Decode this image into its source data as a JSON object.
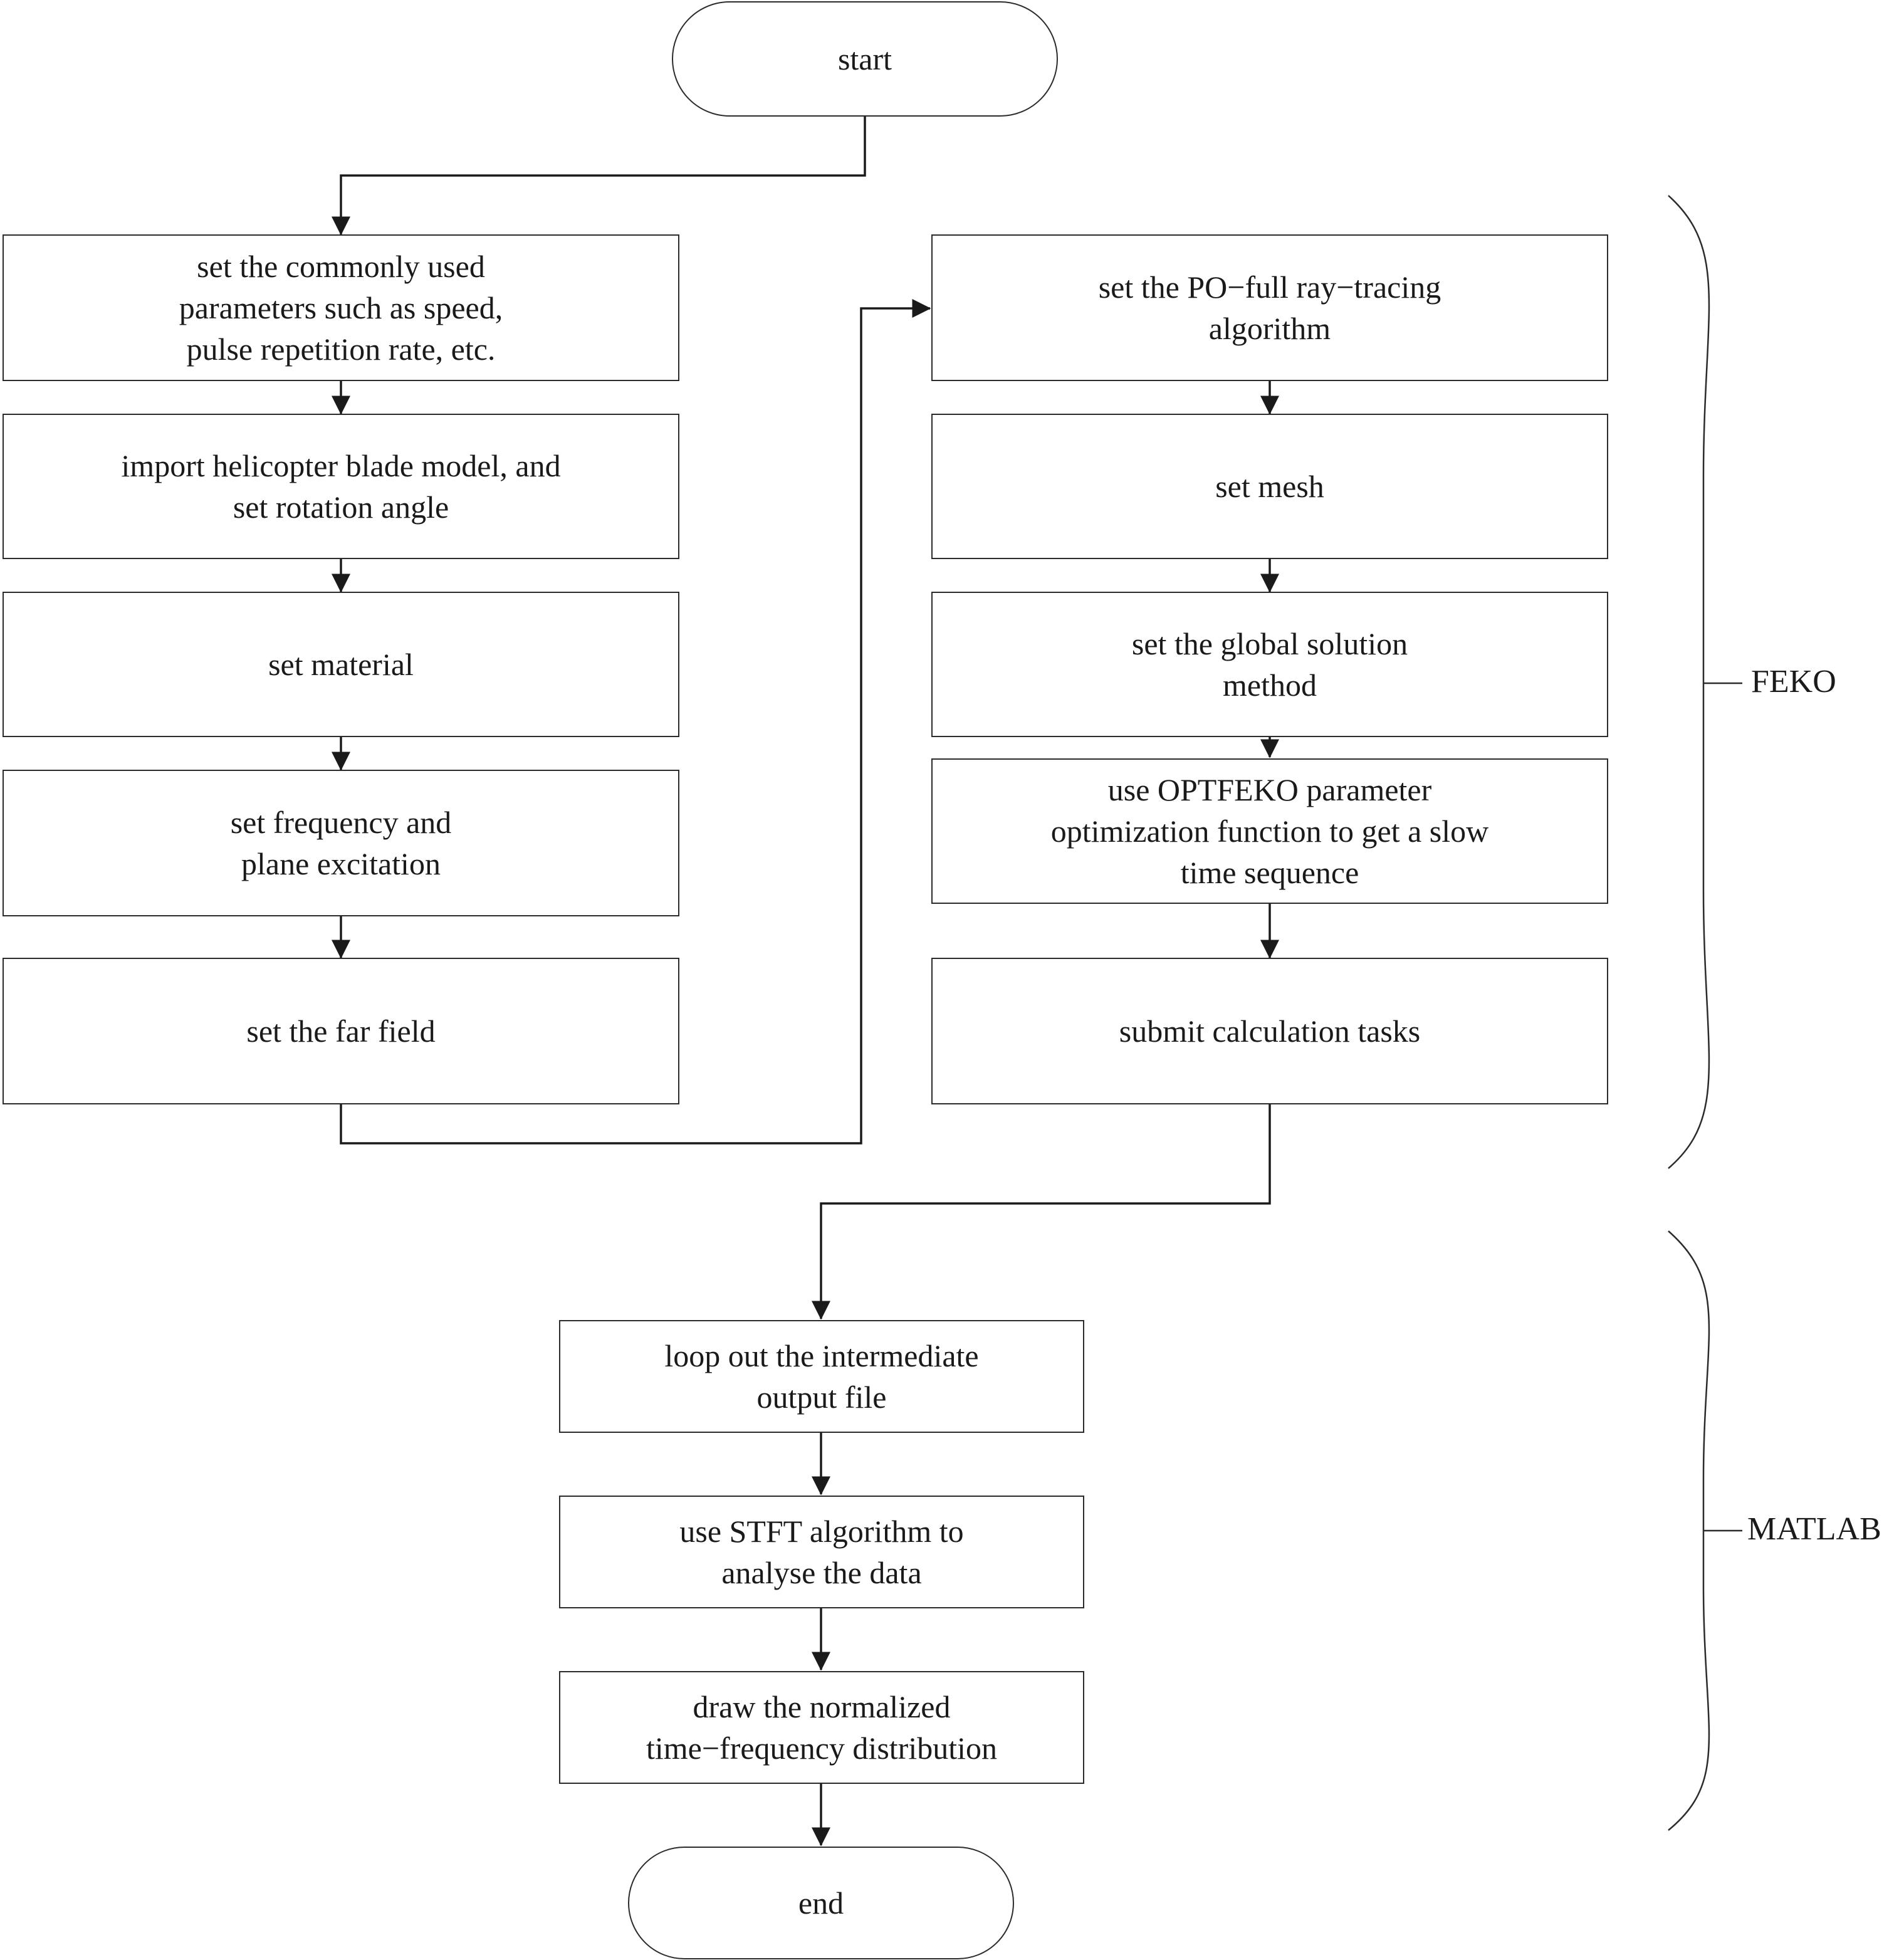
{
  "nodes": {
    "start": "start",
    "left1": "set the commonly used\nparameters such as speed,\npulse repetition rate, etc.",
    "left2": "import helicopter blade model, and\nset rotation angle",
    "left3": "set material",
    "left4": "set frequency and\nplane excitation",
    "left5": "set the far field",
    "right1": "set the PO−full ray−tracing\nalgorithm",
    "right2": "set mesh",
    "right3": "set the global solution\nmethod",
    "right4": "use OPTFEKO parameter\noptimization function to get a slow\ntime sequence",
    "right5": "submit calculation tasks",
    "mid1": "loop out the intermediate\noutput file",
    "mid2": "use STFT algorithm to\nanalyse the data",
    "mid3": "draw the normalized\ntime−frequency distribution",
    "end": "end"
  },
  "groups": {
    "feko": "FEKO",
    "matlab": "MATLAB"
  }
}
